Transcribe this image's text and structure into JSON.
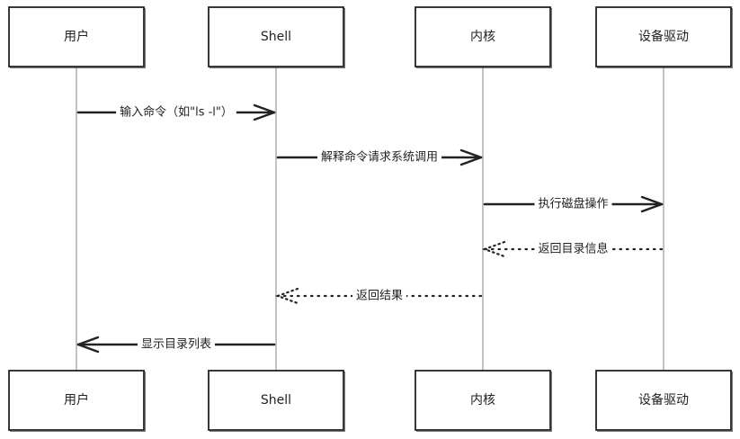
{
  "participants": [
    {
      "id": "user",
      "label": "用户"
    },
    {
      "id": "shell",
      "label": "Shell"
    },
    {
      "id": "kernel",
      "label": "内核"
    },
    {
      "id": "driver",
      "label": "设备驱动"
    }
  ],
  "messages": [
    {
      "from": "user",
      "to": "shell",
      "text": "输入命令（如\"ls -l\"）",
      "style": "solid"
    },
    {
      "from": "shell",
      "to": "kernel",
      "text": "解释命令请求系统调用",
      "style": "solid"
    },
    {
      "from": "kernel",
      "to": "driver",
      "text": "执行磁盘操作",
      "style": "solid"
    },
    {
      "from": "driver",
      "to": "kernel",
      "text": "返回目录信息",
      "style": "dotted"
    },
    {
      "from": "kernel",
      "to": "shell",
      "text": "返回结果",
      "style": "dotted"
    },
    {
      "from": "shell",
      "to": "user",
      "text": "显示目录列表",
      "style": "solid"
    }
  ]
}
